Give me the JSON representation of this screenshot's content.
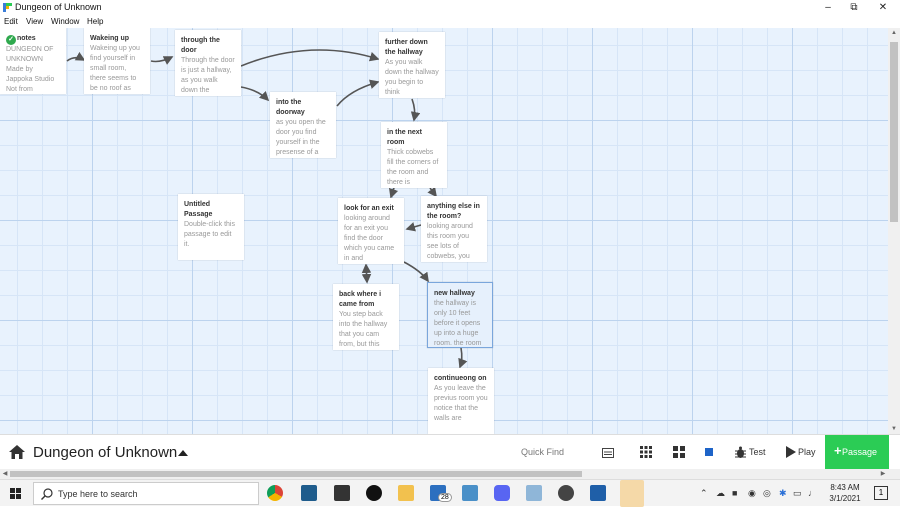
{
  "window": {
    "title": "Dungeon of Unknown"
  },
  "menu": [
    "Edit",
    "View",
    "Window",
    "Help"
  ],
  "passages": [
    {
      "title": "notes",
      "excerpt": "DUNGEON OF UNKNOWN Made by Jappoka Studio Not from developer this",
      "start": true
    },
    {
      "title": "Wakeing up",
      "excerpt": "Wakeing up you find yourself in small room, there seems to be no roof as"
    },
    {
      "title": "through the door",
      "excerpt": "Through the door is just a hallway, as you walk down the"
    },
    {
      "title": "into the doorway",
      "excerpt": "as you open the door you find yourself in the presense of a"
    },
    {
      "title": "further down the hallway",
      "excerpt": "As you walk down the hallway you begin to think"
    },
    {
      "title": "in the next room",
      "excerpt": "Thick cobwebs fill the corners of the room and there is"
    },
    {
      "title": "Untitled Passage",
      "excerpt": "Double-click this passage to edit it."
    },
    {
      "title": "look for an exit",
      "excerpt": "looking around for an exit you find the door which you came in and"
    },
    {
      "title": "anything else in the room?",
      "excerpt": "looking around this room you see lots of cobwebs, you"
    },
    {
      "title": "back where i came from",
      "excerpt": "You step back into the hallway that you cam from, but this"
    },
    {
      "title": "new hallway",
      "excerpt": "the hallway is only 10 feet before it opens up into a huge room. the room",
      "selected": true
    },
    {
      "title": "continueong on",
      "excerpt": "As you leave the previus room you notice that the walls are"
    }
  ],
  "storybar": {
    "story_name": "Dungeon of Unknown",
    "quick_find_placeholder": "Quick Find",
    "test_label": "Test",
    "play_label": "Play",
    "passage_label": "Passage"
  },
  "taskbar": {
    "search_placeholder": "Type here to search",
    "mail_badge": "28",
    "time": "8:43 AM",
    "date": "3/1/2021",
    "notif_badge": "1"
  }
}
